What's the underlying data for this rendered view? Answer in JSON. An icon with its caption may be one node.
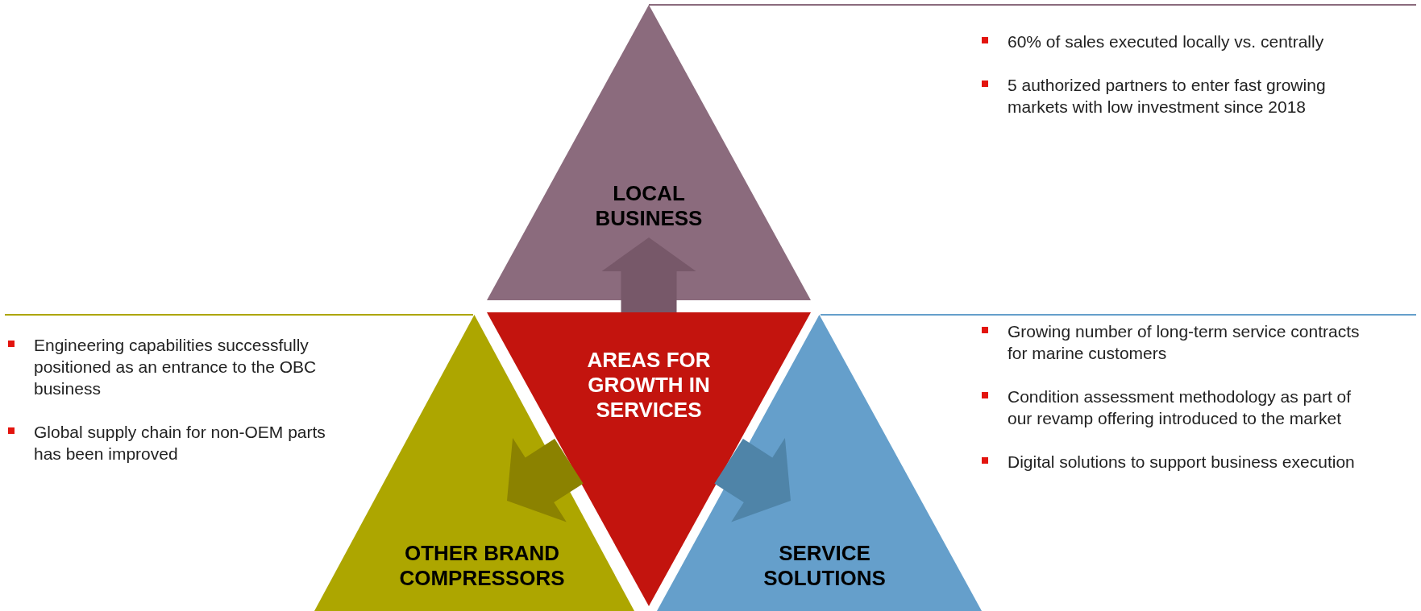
{
  "diagram": {
    "nodes": [
      {
        "text": [
          "LOCAL BUSINESS"
        ],
        "beside": [
          "60% of sales executed locally vs. centrally",
          "5 authorized partners to enter fast growing markets with low investment since 2018"
        ]
      },
      {
        "text": [
          "AREAS FOR GROWTH IN SERVICES"
        ]
      },
      {
        "text": [
          "OTHER BRAND COMPRESSORS"
        ],
        "beside": [
          "Engineering capabilities successfully positioned as an entrance to the OBC business",
          "Global supply chain for non-OEM parts has been improved"
        ]
      },
      {
        "text": [
          "SERVICE SOLUTIONS"
        ],
        "beside": [
          "Growing number of long-term service contracts for marine customers",
          "Condition assessment methodology as part of our revamp offering introduced to the market",
          "Digital solutions to support business execution"
        ]
      }
    ],
    "edges": [
      {
        "from": 1,
        "to": 0,
        "arrow": "to"
      },
      {
        "from": 1,
        "to": 2,
        "arrow": "to"
      },
      {
        "from": 1,
        "to": 3,
        "arrow": "to"
      }
    ]
  }
}
